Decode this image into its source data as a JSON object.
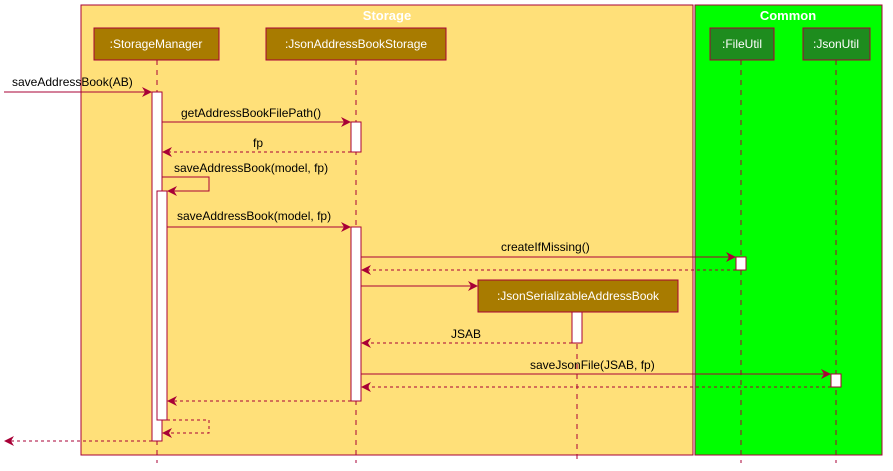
{
  "diagram_type": "sequence",
  "colors": {
    "storage_box_fill": "#FFE079",
    "common_box_fill": "#00FF00",
    "box_border": "#A80036",
    "storage_participant_fill": "#A87B00",
    "common_participant_fill": "#1E8C1E",
    "arrow": "#A80036",
    "activation_fill": "#FFFFFF"
  },
  "groups": [
    {
      "id": "storage",
      "title": "Storage"
    },
    {
      "id": "common",
      "title": "Common"
    }
  ],
  "participants": [
    {
      "id": "sm",
      "label": ":StorageManager",
      "group": "storage"
    },
    {
      "id": "jabs",
      "label": ":JsonAddressBookStorage",
      "group": "storage"
    },
    {
      "id": "jsab",
      "label": ":JsonSerializableAddressBook",
      "group": "storage"
    },
    {
      "id": "fu",
      "label": ":FileUtil",
      "group": "common"
    },
    {
      "id": "ju",
      "label": ":JsonUtil",
      "group": "common"
    }
  ],
  "messages": [
    {
      "from": "outside",
      "to": "sm",
      "label": "saveAddressBook(AB)",
      "kind": "sync"
    },
    {
      "from": "sm",
      "to": "jabs",
      "label": "getAddressBookFilePath()",
      "kind": "sync"
    },
    {
      "from": "jabs",
      "to": "sm",
      "label": "fp",
      "kind": "return"
    },
    {
      "from": "sm",
      "to": "sm",
      "label": "saveAddressBook(model, fp)",
      "kind": "self"
    },
    {
      "from": "sm",
      "to": "jabs",
      "label": "saveAddressBook(model, fp)",
      "kind": "sync"
    },
    {
      "from": "jabs",
      "to": "fu",
      "label": "createIfMissing()",
      "kind": "sync"
    },
    {
      "from": "fu",
      "to": "jabs",
      "label": "",
      "kind": "return"
    },
    {
      "from": "jabs",
      "to": "jsab",
      "label": "",
      "kind": "create"
    },
    {
      "from": "jsab",
      "to": "jabs",
      "label": "JSAB",
      "kind": "return"
    },
    {
      "from": "jabs",
      "to": "ju",
      "label": "saveJsonFile(JSAB, fp)",
      "kind": "sync"
    },
    {
      "from": "ju",
      "to": "jabs",
      "label": "",
      "kind": "return"
    },
    {
      "from": "jabs",
      "to": "sm",
      "label": "",
      "kind": "return"
    },
    {
      "from": "sm",
      "to": "sm",
      "label": "",
      "kind": "self-return"
    },
    {
      "from": "sm",
      "to": "outside",
      "label": "",
      "kind": "return"
    }
  ]
}
